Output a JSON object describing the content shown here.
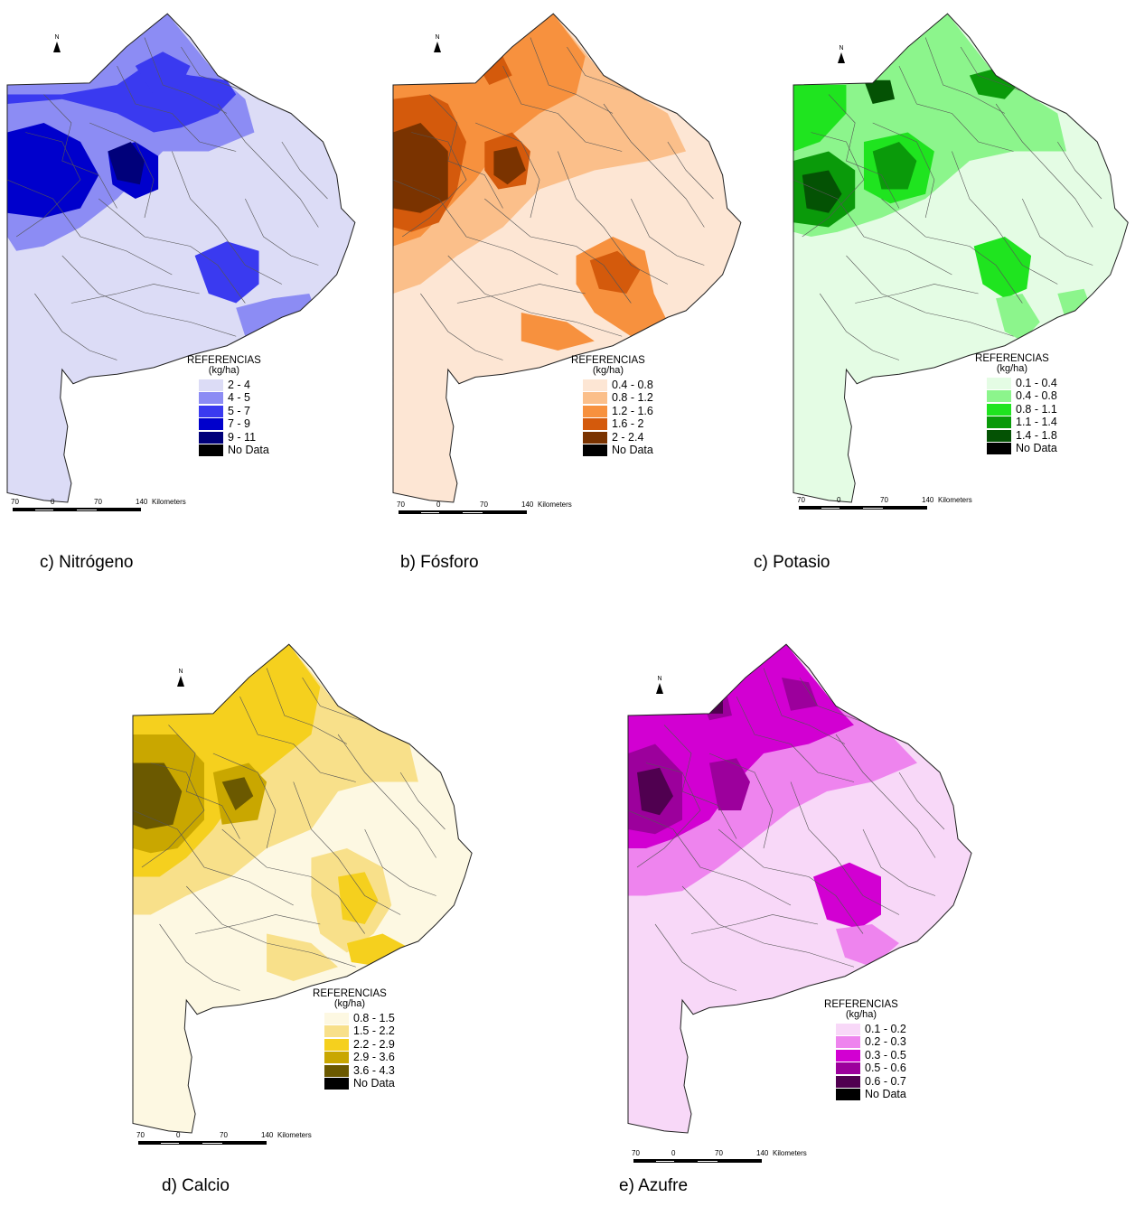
{
  "legend_title": "REFERENCIAS",
  "legend_unit": "(kg/ha)",
  "no_data_label": "No Data",
  "no_data_color": "#000000",
  "north_label": "N",
  "scale": {
    "t0": "70",
    "t1": "0",
    "t2": "70",
    "t3": "140",
    "unit": "Kilometers"
  },
  "panels": [
    {
      "caption": "c) Nitrógeno",
      "classes": [
        {
          "label": "2 - 4",
          "color": "#dcdcf6"
        },
        {
          "label": "4 - 5",
          "color": "#8c8cf4"
        },
        {
          "label": "5 - 7",
          "color": "#3a3af0"
        },
        {
          "label": "7 - 9",
          "color": "#0000cc"
        },
        {
          "label": "9 - 11",
          "color": "#00007a"
        }
      ]
    },
    {
      "caption": "b) Fósforo",
      "classes": [
        {
          "label": "0.4 - 0.8",
          "color": "#fde6d4"
        },
        {
          "label": "0.8 - 1.2",
          "color": "#fbbf8a"
        },
        {
          "label": "1.2 - 1.6",
          "color": "#f7913e"
        },
        {
          "label": "1.6 - 2",
          "color": "#d45a0c"
        },
        {
          "label": "2 - 2.4",
          "color": "#7a3300"
        }
      ]
    },
    {
      "caption": "c) Potasio",
      "classes": [
        {
          "label": "0.1 - 0.4",
          "color": "#e4fce4"
        },
        {
          "label": "0.4 - 0.8",
          "color": "#8cf58c"
        },
        {
          "label": "0.8 - 1.1",
          "color": "#1fe41f"
        },
        {
          "label": "1.1 - 1.4",
          "color": "#0a9a0a"
        },
        {
          "label": "1.4 - 1.8",
          "color": "#045204"
        }
      ]
    },
    {
      "caption": "d) Calcio",
      "classes": [
        {
          "label": "0.8 - 1.5",
          "color": "#fdf8e2"
        },
        {
          "label": "1.5 - 2.2",
          "color": "#f8e08a"
        },
        {
          "label": "2.2 - 2.9",
          "color": "#f5d01e"
        },
        {
          "label": "2.9 - 3.6",
          "color": "#c9a700"
        },
        {
          "label": "3.6 - 4.3",
          "color": "#6b5900"
        }
      ]
    },
    {
      "caption": "e) Azufre",
      "classes": [
        {
          "label": "0.1 - 0.2",
          "color": "#f8d8f8"
        },
        {
          "label": "0.2 - 0.3",
          "color": "#ee84ee"
        },
        {
          "label": "0.3 - 0.5",
          "color": "#d200d2"
        },
        {
          "label": "0.5 - 0.6",
          "color": "#9c009c"
        },
        {
          "label": "0.6 - 0.7",
          "color": "#500050"
        }
      ]
    }
  ]
}
